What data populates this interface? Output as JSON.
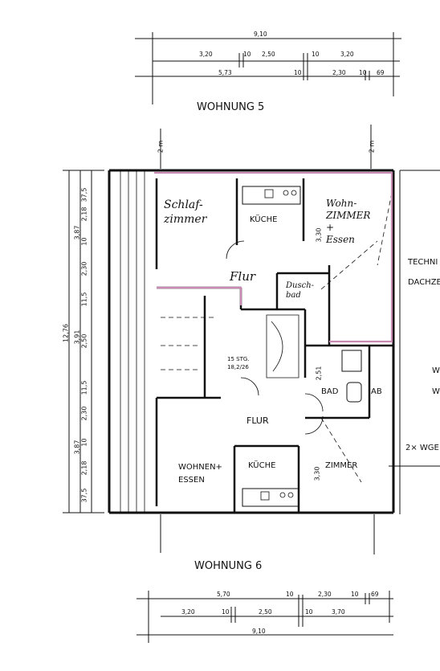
{
  "titles": {
    "top": "WOHNUNG 5",
    "bottom": "WOHNUNG 6"
  },
  "rooms": {
    "schlafzimmer": "Schlaf-\nzimmer",
    "kueche_top": "KÜCHE",
    "wohnzimmer_top": "Wohn-\nZIMMER\n+\nEssen",
    "flur_top": "Flur",
    "duschbad": "Dusch-\nbad",
    "stair": "15 STG.\n18,2/26",
    "bad": "BAD",
    "ab": "AB",
    "flur_mid": "FLUR",
    "wohnen_essen": "WOHNEN+\nESSEN",
    "kueche_bottom": "KÜCHE",
    "zimmer_bottom": "ZIMMER",
    "techn_1": "TECHNI",
    "techn_2": "DACHZE",
    "right_w1": "W",
    "right_w2": "W",
    "right_wg": "2× WGE"
  },
  "dimensions": {
    "top_total": "9,10",
    "top_row1": [
      "3,20",
      "10",
      "2,50",
      "10",
      "3,20"
    ],
    "top_row2": [
      "5,73",
      "10",
      "2,30",
      "10",
      "69"
    ],
    "bottom_row1": [
      "5,70",
      "10",
      "2,30",
      "10",
      "69"
    ],
    "bottom_row2": [
      "3,20",
      "10",
      "2,50",
      "10",
      "3,70"
    ],
    "bottom_total": "9,10",
    "left_total": "12,76",
    "left_col1": [
      "3,87",
      "3,91",
      "3,87"
    ],
    "left_col2": [
      "37,5",
      "2,18",
      "10",
      "2,30",
      "11,5",
      "2,50",
      "11,5",
      "2,30",
      "10",
      "2,18",
      "37,5"
    ],
    "room_heights": [
      "3,30",
      "2,51",
      "3,30",
      "2 m",
      "2 m"
    ]
  },
  "colors": {
    "ink": "#111111",
    "highlight": "#c98ab3"
  }
}
